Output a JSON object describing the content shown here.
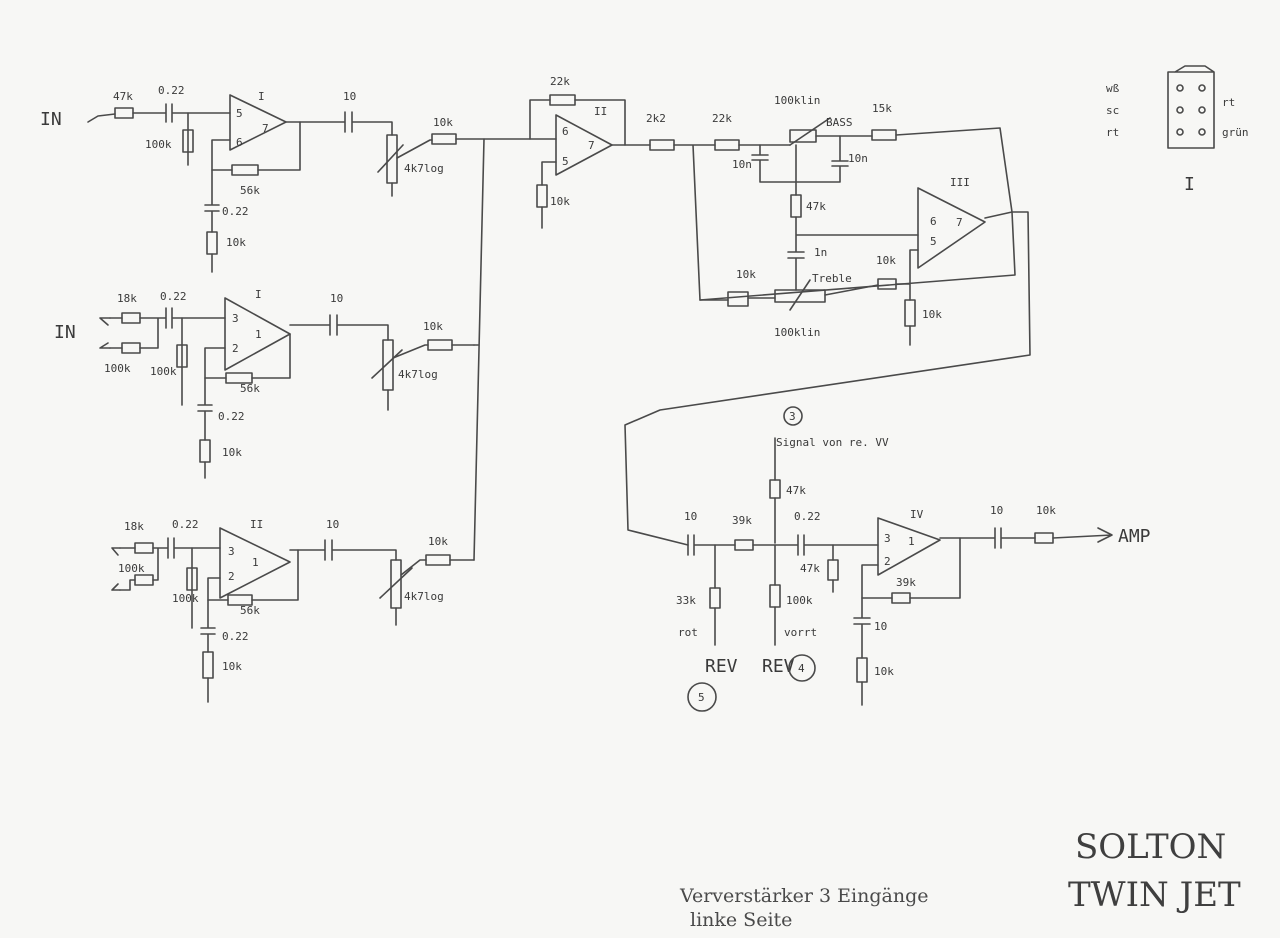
{
  "title": {
    "line1": "SOLTON",
    "line2": "TWIN JET"
  },
  "notes": {
    "line1": "Ververstärker 3 Eingänge",
    "line2": "linke Seite"
  },
  "inputs": {
    "in1": "IN",
    "in2": "IN"
  },
  "output": {
    "amp": "AMP"
  },
  "opamp_labels": {
    "u1": "I",
    "u2": "I",
    "u3": "II",
    "u4": "II",
    "u5": "III",
    "u6": "IV"
  },
  "ch1": {
    "r_in": "47k",
    "c_in": "0.22",
    "r_bias": "100k",
    "pin_plus": "5",
    "pin_minus": "6",
    "pin_out": "7",
    "r_fb": "56k",
    "c_gnd": "0.22",
    "r_gnd": "10k",
    "c_out": "10",
    "pot": "4k7log",
    "r_mix": "10k"
  },
  "ch2": {
    "r_in1": "18k",
    "r_in2": "100k",
    "c_in": "0.22",
    "r_bias": "100k",
    "pin_plus": "3",
    "pin_minus": "2",
    "pin_out": "1",
    "r_fb": "56k",
    "c_gnd": "0.22",
    "r_gnd": "10k",
    "c_out": "10",
    "pot": "4k7log",
    "r_mix": "10k"
  },
  "ch3": {
    "r_in1": "18k",
    "r_in2": "100k",
    "c_in": "0.22",
    "r_bias": "100k",
    "pin_plus": "3",
    "pin_minus": "2",
    "pin_out": "1",
    "r_fb": "56k",
    "c_gnd": "0.22",
    "r_gnd": "10k",
    "c_out": "10",
    "pot": "4k7log",
    "r_mix": "10k"
  },
  "mixer": {
    "r_fb": "22k",
    "pin_minus": "6",
    "pin_plus": "5",
    "pin_out": "7",
    "r_gnd": "10k"
  },
  "tone": {
    "r_in": "2k2",
    "r_a": "22k",
    "bass_pot": "100klin",
    "bass_label": "BASS",
    "r_b": "15k",
    "c_a": "10n",
    "c_b": "10n",
    "r_mid": "47k",
    "c_mid": "1n",
    "treble_label": "Treble",
    "treble_pot": "100klin",
    "r_c": "10k",
    "r_d": "10k",
    "r_gnd": "10k",
    "pin_minus": "6",
    "pin_plus": "5",
    "pin_out": "7"
  },
  "output_stage": {
    "rev_in_label": "Signal von re. VV",
    "rev_in_num": "3",
    "r_rev_in": "47k",
    "c_in": "10",
    "r_a": "39k",
    "c_b": "0.22",
    "r_bias": "47k",
    "r_to_rev": "33k",
    "rev_out_label": "REV",
    "rev_out_num": "5",
    "r_from_rev": "100k",
    "rev_ret_label": "REV",
    "rev_ret_num": "4",
    "mark_a": "rot",
    "mark_b": "vorrt",
    "pin_plus": "3",
    "pin_minus": "2",
    "pin_out": "1",
    "r_fb": "39k",
    "c_fb": "10",
    "r_fb_gnd": "10k",
    "c_out": "10",
    "r_out": "10k"
  },
  "pinout": {
    "label": "I",
    "rows": [
      "wß",
      "sc",
      "rt"
    ],
    "right_1": "rt",
    "right_2": "grün"
  }
}
